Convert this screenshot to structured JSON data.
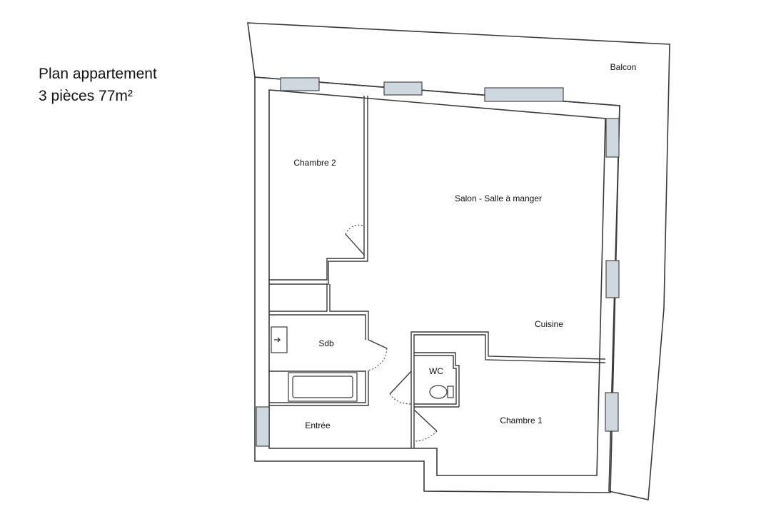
{
  "title": {
    "line1": "Plan appartement",
    "line2": "3 pièces 77m²"
  },
  "rooms": {
    "balcon": "Balcon",
    "chambre2": "Chambre 2",
    "salon": "Salon - Salle à manger",
    "cuisine": "Cuisine",
    "sdb": "Sdb",
    "wc": "WC",
    "chambre1": "Chambre 1",
    "entree": "Entrée"
  },
  "colors": {
    "wall": "#3a3a3a",
    "window": "#cfd8df",
    "background": "#ffffff"
  }
}
